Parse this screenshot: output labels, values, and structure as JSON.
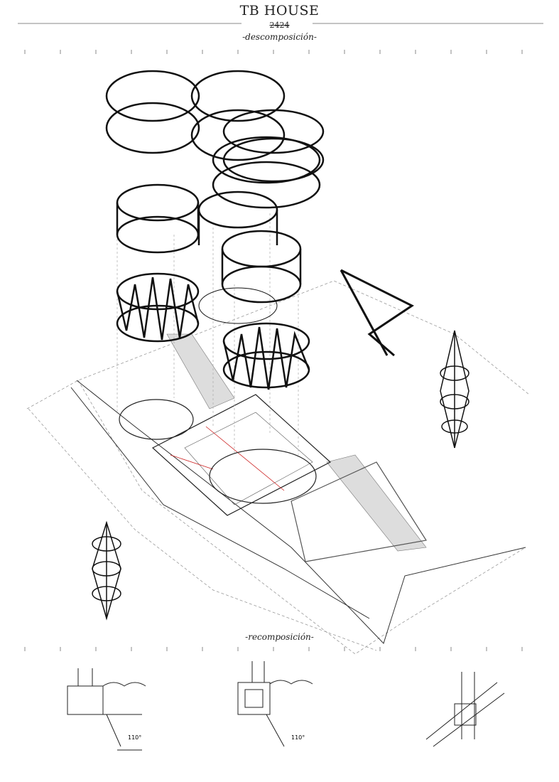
{
  "header": {
    "title": "TB HOUSE",
    "year": "2424",
    "section_top": "-descomposición-"
  },
  "section_bottom": "-recomposición-",
  "details": [
    {
      "angle_label": "110°"
    },
    {
      "angle_label": "110°"
    }
  ],
  "colors": {
    "ink": "#111111",
    "guide": "#999999",
    "accent": "#cc2222"
  }
}
